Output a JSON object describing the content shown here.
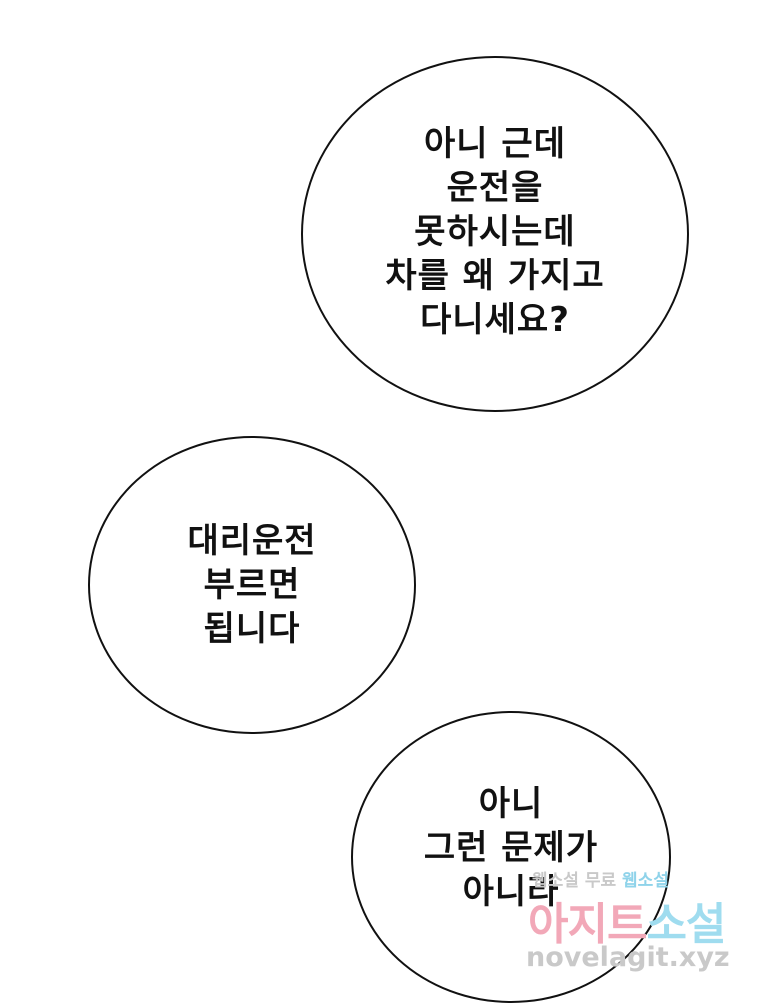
{
  "bubbles": [
    {
      "lines": [
        "아니 근데",
        "운전을",
        "못하시는데",
        "차를 왜 가지고",
        "다니세요?"
      ]
    },
    {
      "lines": [
        "대리운전",
        "부르면",
        "됩니다"
      ]
    },
    {
      "lines": [
        "아니",
        "그런 문제가",
        "아니라"
      ]
    }
  ],
  "watermark": {
    "tagline_a": "웹소설 무료",
    "tagline_b": "웹소설",
    "brand_a": "아지트",
    "brand_b": "소설",
    "url": "novelagit.xyz"
  }
}
